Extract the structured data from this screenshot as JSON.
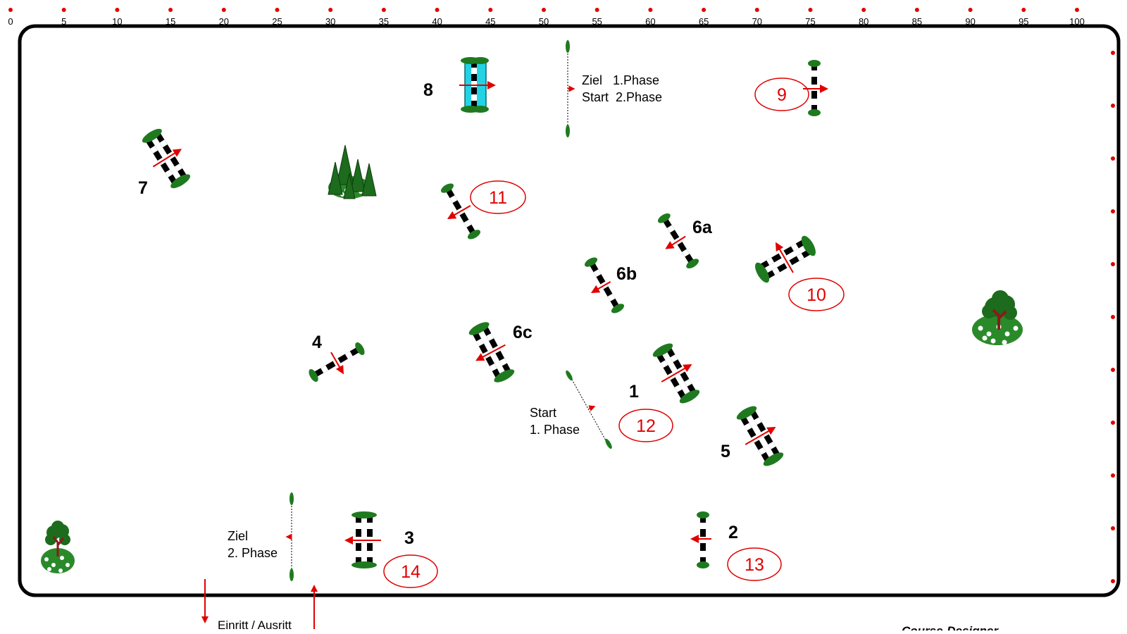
{
  "colors": {
    "arena_border": "#000000",
    "ruler_dot": "#e00000",
    "ring_text": "#e00000",
    "arrow": "#e00000",
    "shrub": "#1f7a1f",
    "water": "#22d3e6",
    "trunk": "#8b1a1a"
  },
  "ruler": {
    "labels": [
      "0",
      "5",
      "10",
      "15",
      "20",
      "25",
      "30",
      "35",
      "40",
      "45",
      "50",
      "55",
      "60",
      "65",
      "70",
      "75",
      "80",
      "85",
      "90",
      "95",
      "100"
    ]
  },
  "labels": {
    "n1": "1",
    "n2": "2",
    "n3": "3",
    "n4": "4",
    "n5": "5",
    "n6a": "6a",
    "n6b": "6b",
    "n6c": "6c",
    "n7": "7",
    "n8": "8",
    "r9": "9",
    "r10": "10",
    "r11": "11",
    "r12": "12",
    "r13": "13",
    "r14": "14"
  },
  "texts": {
    "ziel1_l1": "Ziel   1.Phase",
    "ziel1_l2": "Start  2.Phase",
    "start1_l1": "Start",
    "start1_l2": "1. Phase",
    "ziel2_l1": "Ziel",
    "ziel2_l2": "2. Phase",
    "entrance": "Einritt / Ausritt",
    "designer": "Course-Designer"
  },
  "icons": {
    "tree": "deciduous-tree-icon",
    "forest": "conifer-group-icon",
    "jump": "show-jump-icon"
  }
}
